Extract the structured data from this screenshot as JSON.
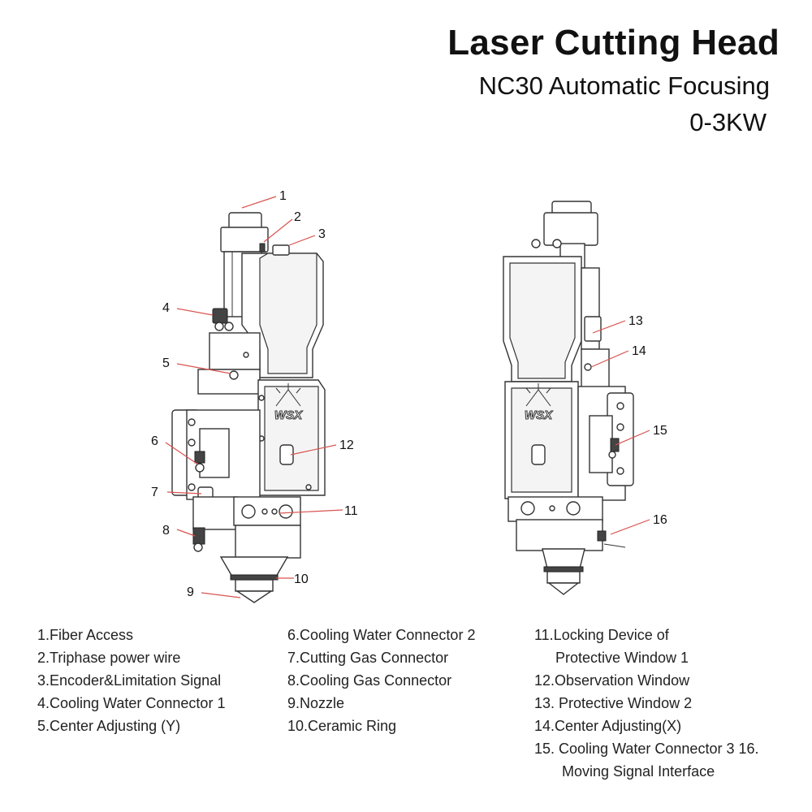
{
  "header": {
    "title": "Laser Cutting Head",
    "subtitle": "NC30 Automatic Focusing",
    "power": "0-3KW"
  },
  "brand_logo_text": "WSX",
  "callouts": [
    "1",
    "2",
    "3",
    "4",
    "5",
    "6",
    "7",
    "8",
    "9",
    "10",
    "11",
    "12",
    "13",
    "14",
    "15",
    "16"
  ],
  "legend": {
    "col1": [
      "1.Fiber Access",
      "2.Triphase power wire",
      "3.Encoder&Limitation Signal",
      "4.Cooling Water Connector 1",
      "5.Center Adjusting (Y)"
    ],
    "col2": [
      "6.Cooling Water Connector 2",
      "7.Cutting Gas Connector",
      "8.Cooling Gas Connector",
      "9.Nozzle",
      "10.Ceramic Ring"
    ],
    "col3": [
      "11.Locking Device of",
      "Protective Window 1",
      "12.Observation Window",
      "13. Protective Window 2",
      "14.Center Adjusting(X)",
      "15. Cooling Water Connector 3 16.",
      "Moving Signal Interface"
    ]
  },
  "colors": {
    "callout_line": "#d9534f",
    "outline": "#333333"
  }
}
